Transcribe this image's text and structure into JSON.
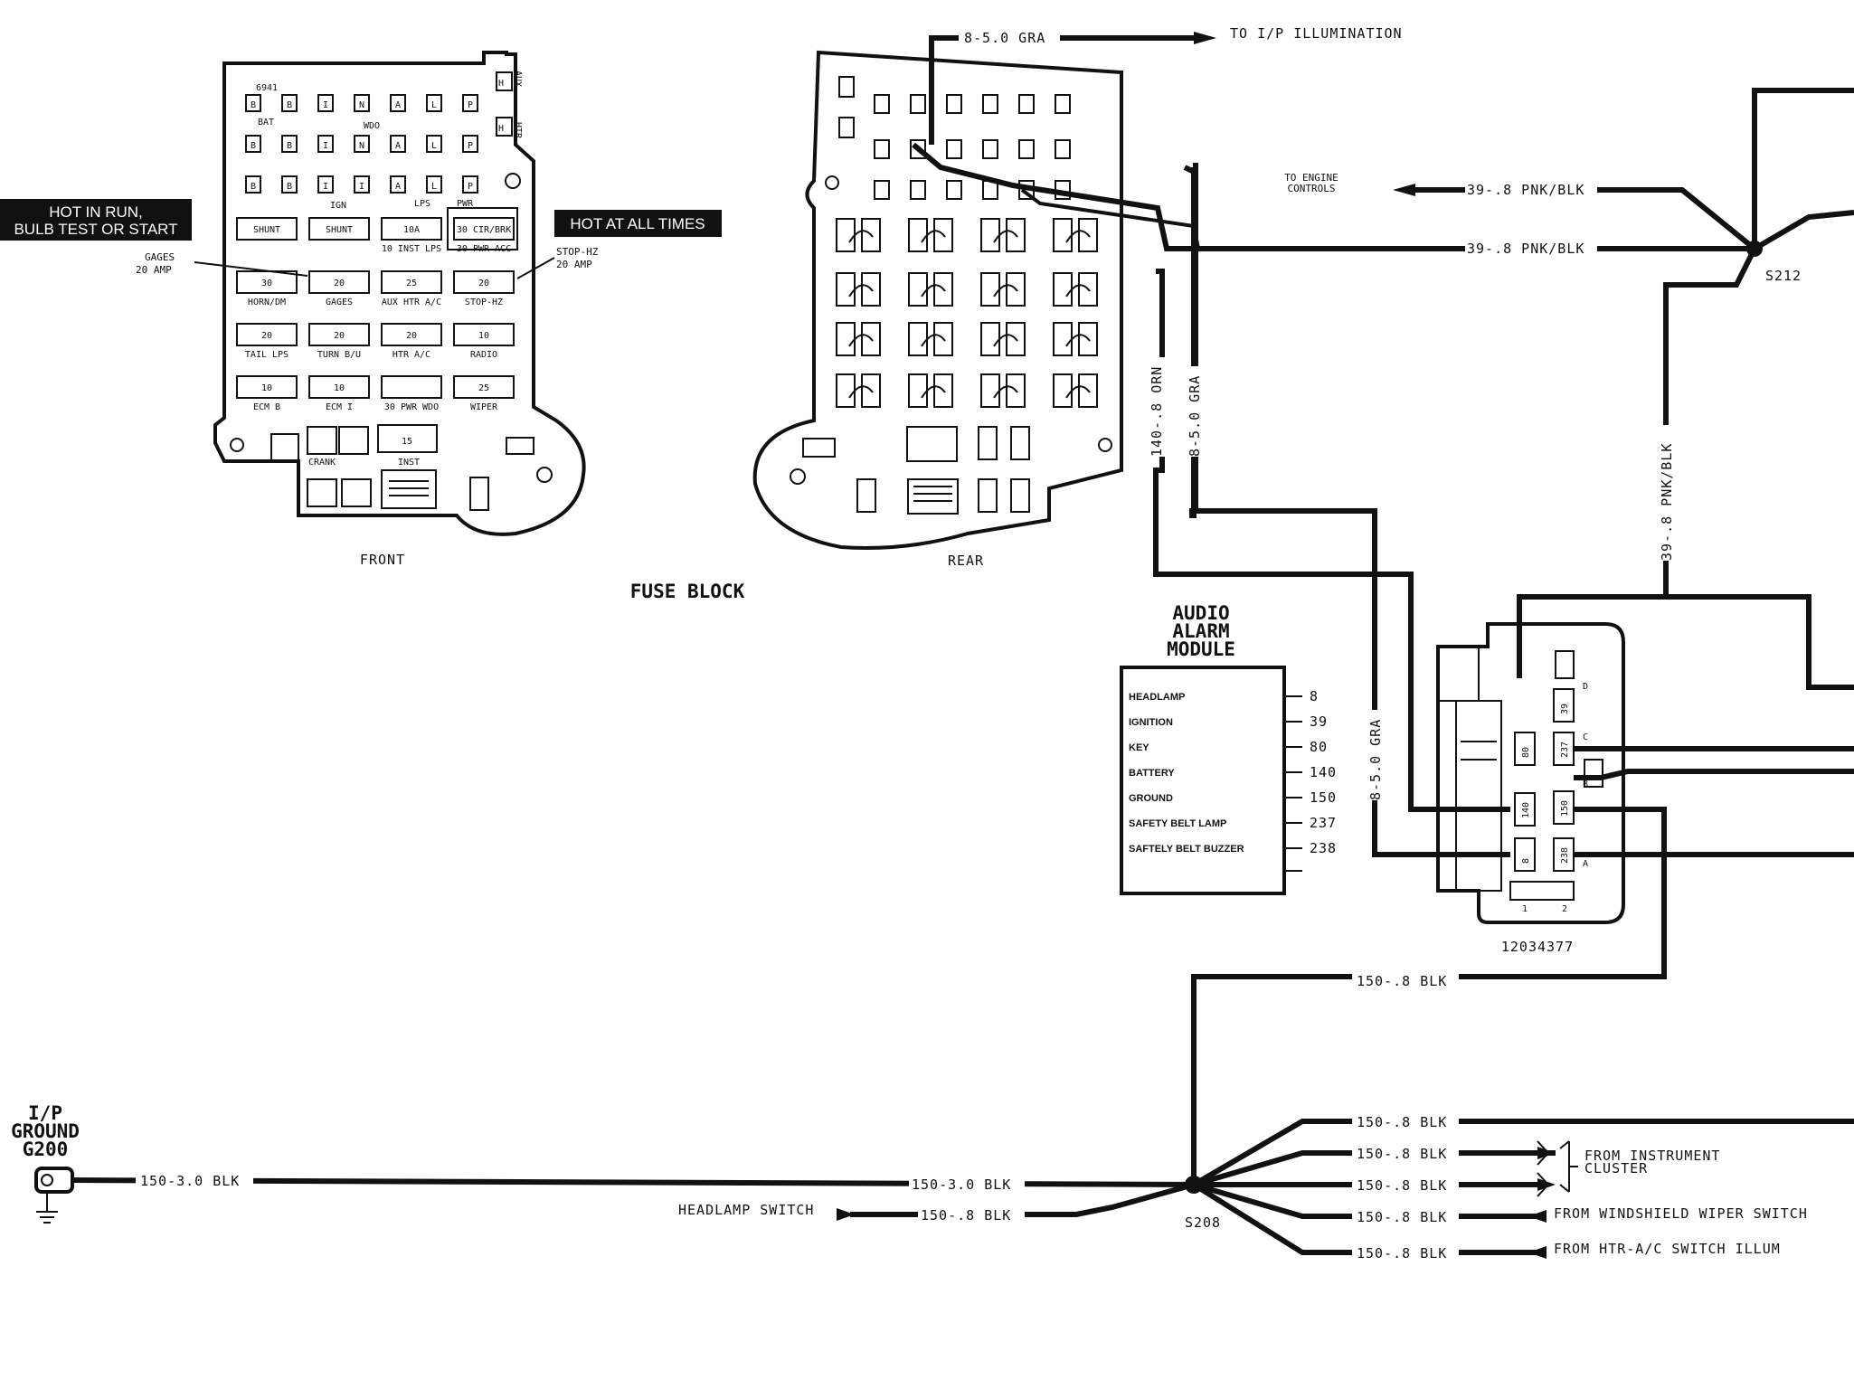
{
  "labels": {
    "fuse_block_title": "FUSE BLOCK",
    "front": "FRONT",
    "rear": "REAR",
    "hot_in_run_1": "HOT IN RUN,",
    "hot_in_run_2": "BULB TEST OR START",
    "hot_at_all_times": "HOT AT ALL TIMES",
    "gages_callout_1": "GAGES",
    "gages_callout_2": "20 AMP",
    "stop_hz_callout_1": "STOP-HZ",
    "stop_hz_callout_2": "20 AMP",
    "to_ip_illumination": "TO I/P ILLUMINATION",
    "wire_8_gra_top": "8-5.0 GRA",
    "to_engine_controls_1": "TO ENGINE",
    "to_engine_controls_2": "CONTROLS",
    "wire_39_a": "39-.8 PNK/BLK",
    "wire_39_b": "39-.8 PNK/BLK",
    "wire_39_v": "39-.8 PNK/BLK",
    "splice_s212": "S212",
    "wire_140_orn": "140-.8 ORN",
    "wire_8_gra_v1": "8-5.0 GRA",
    "wire_8_gra_v2": "8-5.0 GRA",
    "aam_title_1": "AUDIO",
    "aam_title_2": "ALARM",
    "aam_title_3": "MODULE",
    "connector_part": "12034377",
    "wire_150_top": "150-.8 BLK",
    "ip_ground_1": "I/P",
    "ip_ground_2": "GROUND",
    "ip_ground_3": "G200",
    "wire_150_3_left": "150-3.0 BLK",
    "wire_150_3_right": "150-3.0 BLK",
    "headlamp_switch": "HEADLAMP SWITCH",
    "wire_150_hs": "150-.8 BLK",
    "splice_s208": "S208",
    "wire_150_r1": "150-.8 BLK",
    "wire_150_r2": "150-.8 BLK",
    "wire_150_r3": "150-.8 BLK",
    "wire_150_r4": "150-.8 BLK",
    "wire_150_r5": "150-.8 BLK",
    "from_instrument_1": "FROM INSTRUMENT",
    "from_instrument_2": "CLUSTER",
    "from_wiper": "FROM WINDSHIELD WIPER SWITCH",
    "from_htr": "FROM HTR-A/C SWITCH ILLUM"
  },
  "audio_alarm_module": {
    "rows": [
      {
        "name": "HEADLAMP",
        "circuit": "8"
      },
      {
        "name": "IGNITION",
        "circuit": "39"
      },
      {
        "name": "KEY",
        "circuit": "80"
      },
      {
        "name": "BATTERY",
        "circuit": "140"
      },
      {
        "name": "GROUND",
        "circuit": "150"
      },
      {
        "name": "SAFETY BELT LAMP",
        "circuit": "237"
      },
      {
        "name": "SAFTELY BELT BUZZER",
        "circuit": "238"
      }
    ]
  },
  "connector": {
    "left_pins": [
      "80",
      "140",
      "8"
    ],
    "right_pins": [
      "39",
      "237",
      "150",
      "238"
    ],
    "letters": [
      "D",
      "C",
      "B",
      "A"
    ],
    "bottom": [
      "1",
      "2"
    ]
  },
  "fuse_front": {
    "code": "6941",
    "row1": [
      "B",
      "B",
      "I",
      "N",
      "A",
      "L",
      "P"
    ],
    "row2": [
      "B",
      "B",
      "I",
      "N",
      "A",
      "L",
      "P"
    ],
    "row3": [
      "B",
      "B",
      "I",
      "I",
      "A",
      "L",
      "P"
    ],
    "bat": "BAT",
    "wdo": "WDO",
    "ign": "IGN",
    "lps": "LPS",
    "pwr": "PWR",
    "aux": "AUX",
    "htr": "HTR",
    "h": "H",
    "fuses": [
      {
        "top": "SHUNT",
        "bottom": ""
      },
      {
        "top": "SHUNT",
        "bottom": ""
      },
      {
        "top": "10A",
        "bottom": "10 INST LPS"
      },
      {
        "top": "30 CIR/BRK",
        "bottom": "30 PWR ACC"
      },
      {
        "top": "30",
        "bottom": "HORN/DM"
      },
      {
        "top": "20",
        "bottom": "GAGES"
      },
      {
        "top": "25",
        "bottom": "AUX HTR A/C"
      },
      {
        "top": "20",
        "bottom": "STOP-HZ"
      },
      {
        "top": "20",
        "bottom": "TAIL LPS"
      },
      {
        "top": "20",
        "bottom": "TURN B/U"
      },
      {
        "top": "20",
        "bottom": "HTR A/C"
      },
      {
        "top": "10",
        "bottom": "RADIO"
      },
      {
        "top": "10",
        "bottom": "ECM B"
      },
      {
        "top": "10",
        "bottom": "ECM I"
      },
      {
        "top": "",
        "bottom": "30 PWR WDO"
      },
      {
        "top": "25",
        "bottom": "WIPER"
      }
    ],
    "crank": "CRANK",
    "inst": "INST",
    "inst_val": "15"
  }
}
